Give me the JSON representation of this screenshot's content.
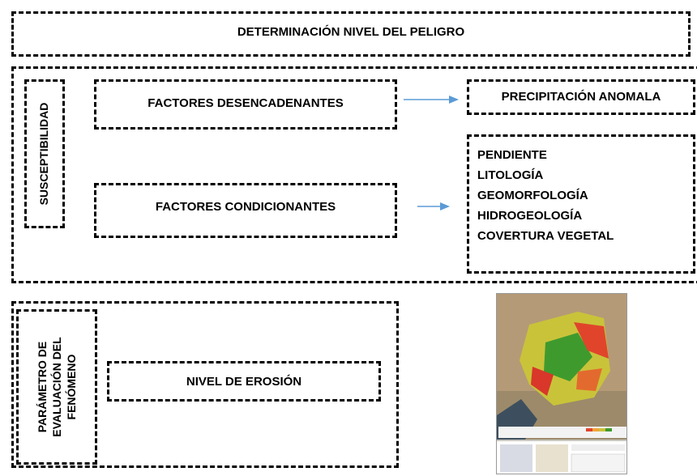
{
  "title": "DETERMINACIÓN NIVEL DEL PELIGRO",
  "susceptibility": {
    "label": "SUSCEPTIBILIDAD",
    "triggering_factors": "FACTORES DESENCADENANTES",
    "conditioning_factors": "FACTORES CONDICIONANTES",
    "triggering_items": [
      "PRECIPITACIÓN ANOMALA"
    ],
    "conditioning_items": [
      "PENDIENTE",
      "LITOLOGÍA",
      "GEOMORFOLOGÍA",
      "HIDROGEOLOGÍA",
      "COVERTURA VEGETAL"
    ]
  },
  "evaluation": {
    "label_lines": [
      "PARÁMETRO DE",
      "EVALUACIÓN DEL",
      "FENÓMENO"
    ],
    "parameter": "NIVEL DE EROSIÓN"
  },
  "colors": {
    "arrow": "#5B9BD5",
    "border": "#000000"
  }
}
